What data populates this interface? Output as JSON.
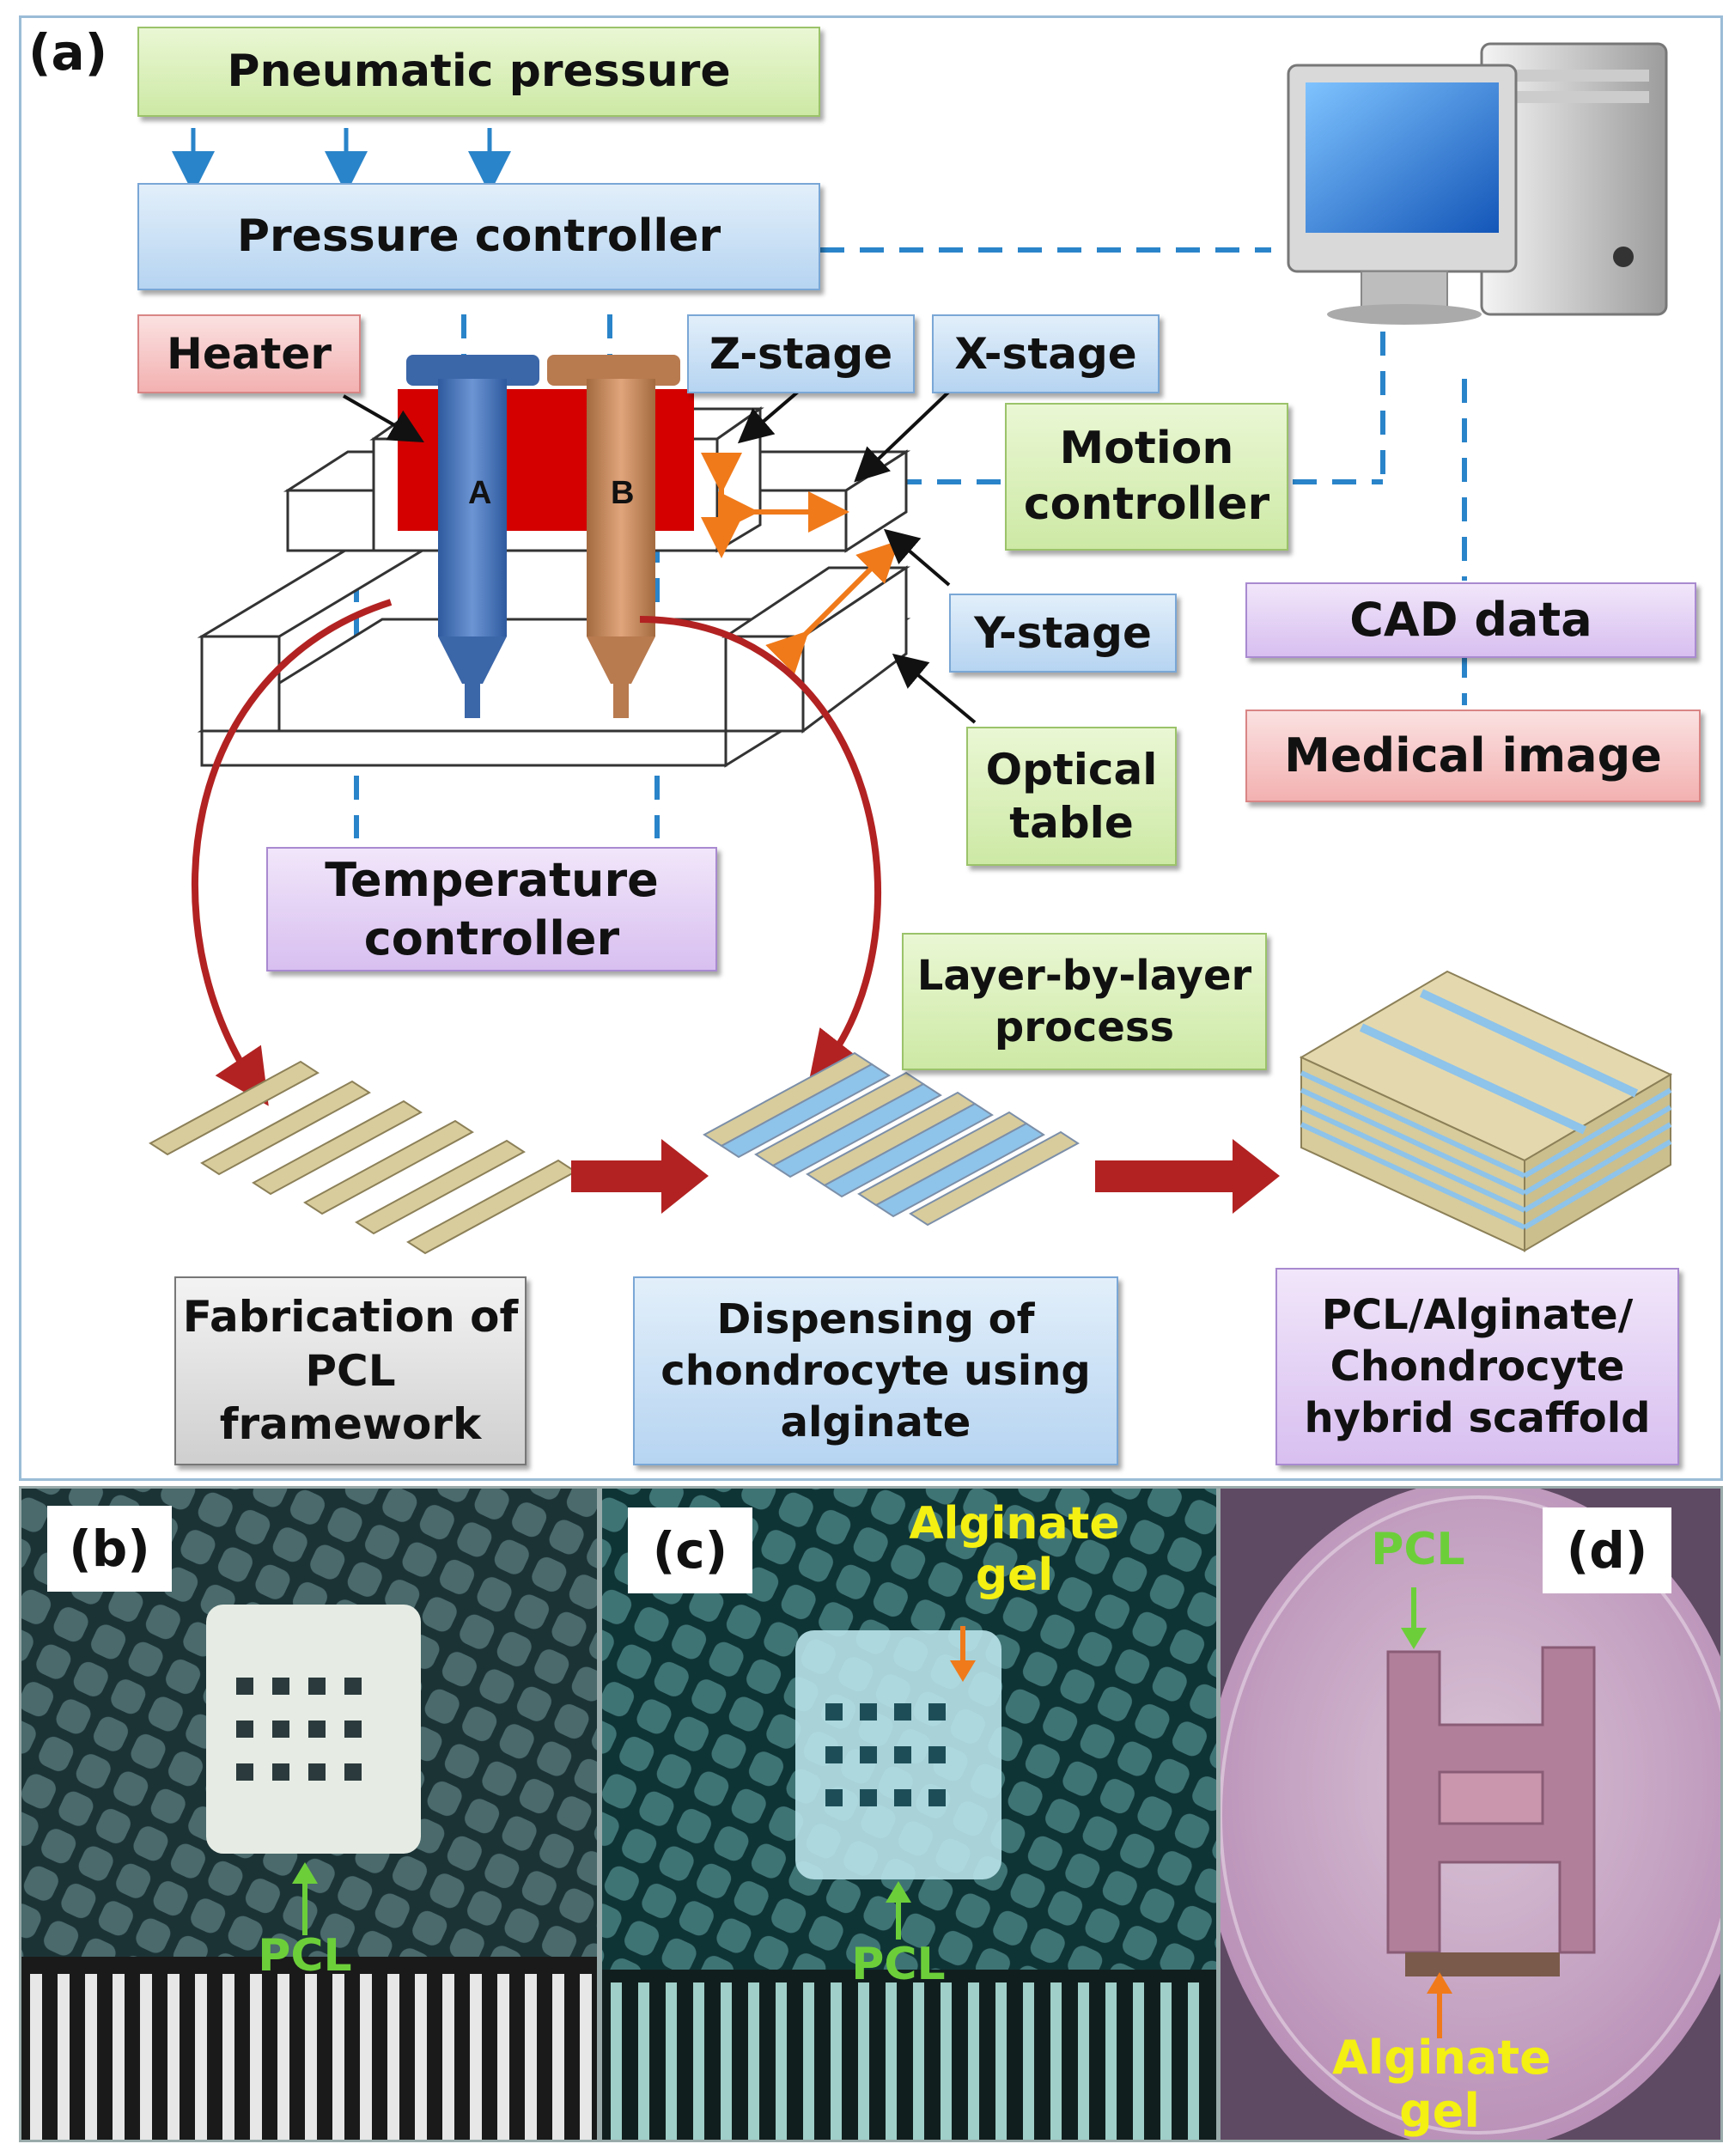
{
  "panel_a": {
    "label": "(a)",
    "boxes": {
      "pneumatic": "Pneumatic pressure",
      "pressure_controller": "Pressure controller",
      "heater": "Heater",
      "z_stage": "Z-stage",
      "x_stage": "X-stage",
      "motion_controller": "Motion\ncontroller",
      "y_stage": "Y-stage",
      "cad_data": "CAD data",
      "medical_image": "Medical  image",
      "optical_table": "Optical\ntable",
      "temperature_controller": "Temperature\ncontroller",
      "layer_by_layer": "Layer-by-layer\nprocess",
      "fabrication": "Fabrication of\nPCL\nframework",
      "dispensing": "Dispensing of\nchondrocyte using\nalginate",
      "hybrid": "PCL/Alginate/\nChondrocyte\nhybrid scaffold"
    },
    "syringe_labels": {
      "a": "A",
      "b": "B"
    }
  },
  "panel_b": {
    "label": "(b)",
    "pcl": "PCL"
  },
  "panel_c": {
    "label": "(c)",
    "alginate": "Alginate\ngel",
    "pcl": "PCL"
  },
  "panel_d": {
    "label": "(d)",
    "pcl": "PCL",
    "alginate": "Alginate\ngel"
  },
  "colors": {
    "dashed_line": "#2a84c9",
    "heater_red": "#d40000",
    "syringe_a": "#3f6fb5",
    "syringe_b": "#c98a5e",
    "arrow_red": "#b22222",
    "orange": "#f07a1a",
    "annotation_green": "#6ccf3a",
    "annotation_yellow": "#f4f012",
    "strut_beige": "#d8cc9c",
    "alginate_blue": "#8ec3ea"
  },
  "icons": [
    "computer-icon",
    "syringe-a-icon",
    "syringe-b-icon",
    "stage-icon"
  ]
}
